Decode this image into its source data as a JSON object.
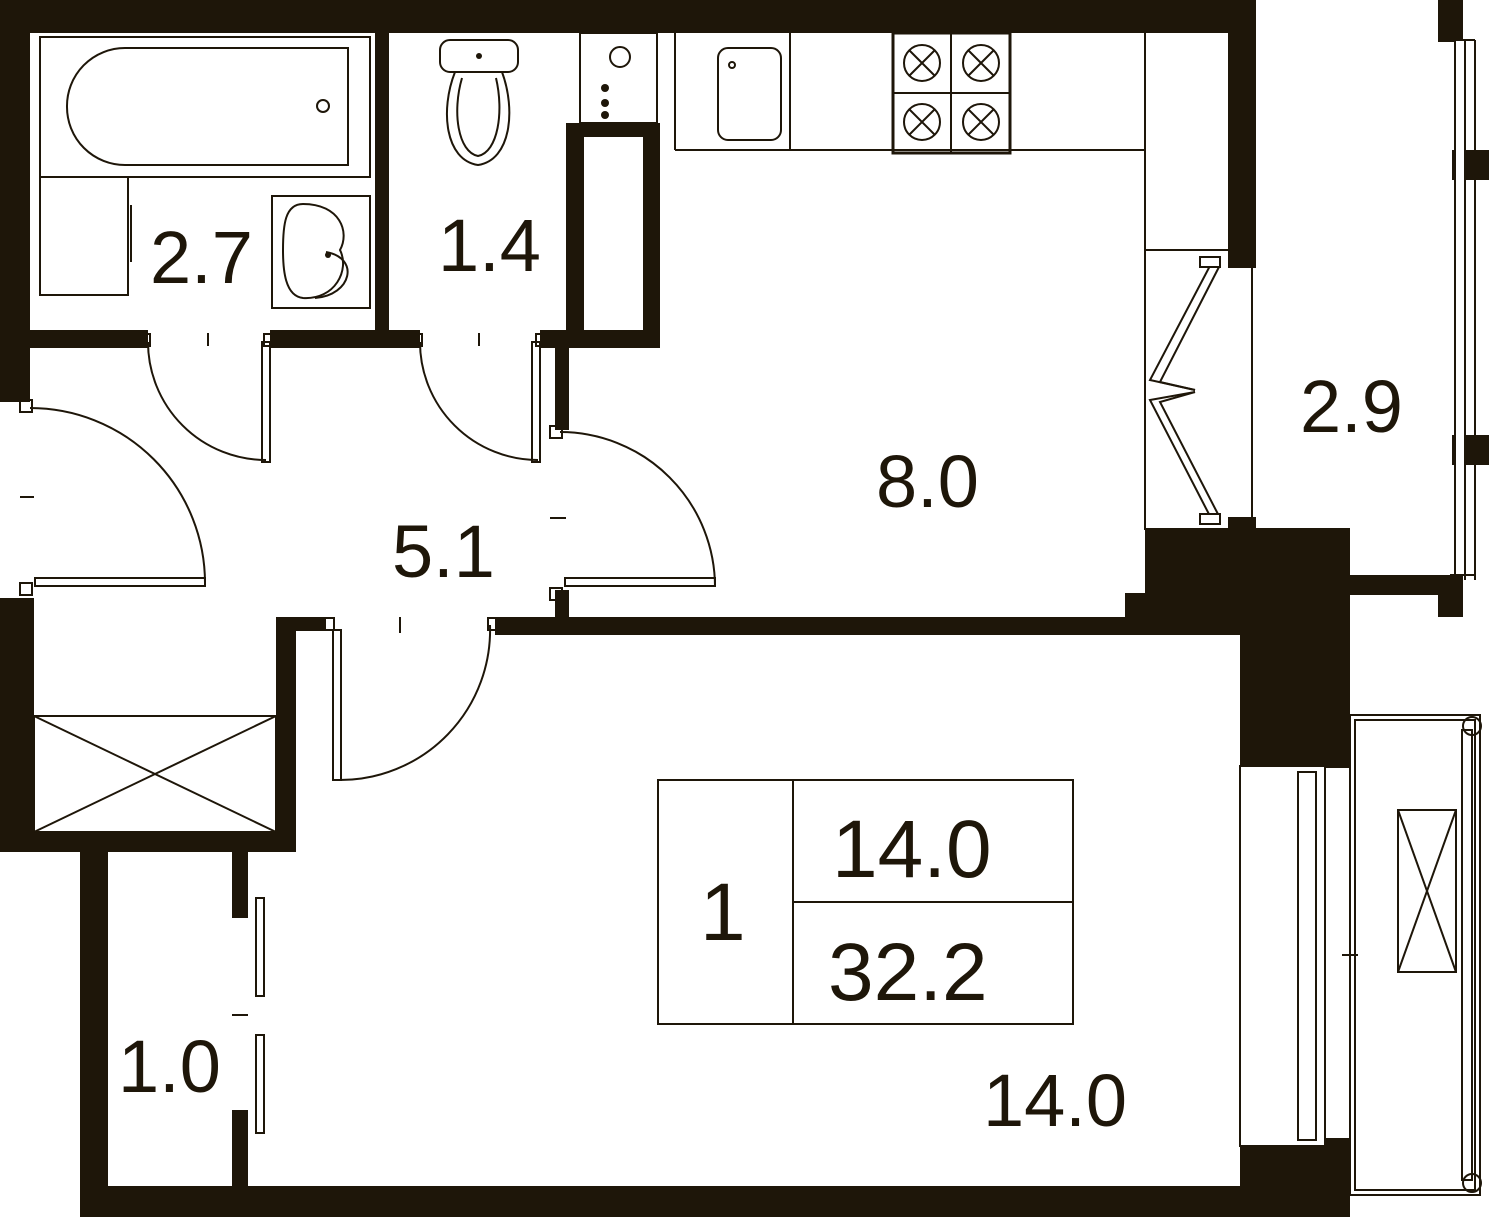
{
  "rooms": [
    {
      "id": "bathroom",
      "area": "2.7"
    },
    {
      "id": "toilet",
      "area": "1.4"
    },
    {
      "id": "kitchen",
      "area": "8.0"
    },
    {
      "id": "loggia",
      "area": "2.9"
    },
    {
      "id": "hallway",
      "area": "5.1"
    },
    {
      "id": "wardrobe",
      "area": "1.0"
    },
    {
      "id": "living_room",
      "area": "14.0"
    }
  ],
  "summary": {
    "room_count": "1",
    "living_area": "14.0",
    "total_area": "32.2"
  },
  "colors": {
    "wall": "#1e1609",
    "background": "#ffffff"
  }
}
